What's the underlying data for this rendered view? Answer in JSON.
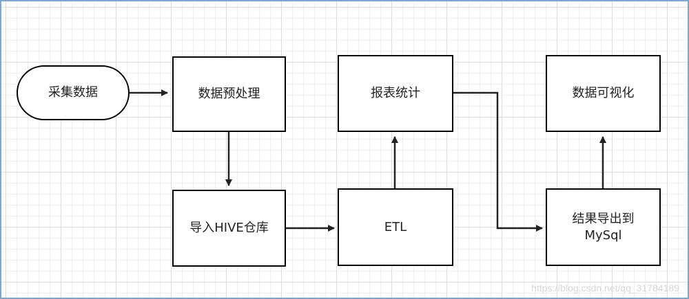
{
  "diagram": {
    "nodes": {
      "collect": {
        "label": "采集数据"
      },
      "preprocess": {
        "label": "数据预处理"
      },
      "import_hive": {
        "label": "导入HIVE仓库"
      },
      "etl": {
        "label": "ETL"
      },
      "report": {
        "label": "报表统计"
      },
      "export_mysql": {
        "label": "结果导出到MySql"
      },
      "visualize": {
        "label": "数据可视化"
      }
    },
    "edges": [
      {
        "from": "collect",
        "to": "preprocess"
      },
      {
        "from": "preprocess",
        "to": "import_hive"
      },
      {
        "from": "import_hive",
        "to": "etl"
      },
      {
        "from": "etl",
        "to": "report"
      },
      {
        "from": "report",
        "to": "export_mysql"
      },
      {
        "from": "export_mysql",
        "to": "visualize"
      }
    ]
  },
  "watermark": "https://blog.csdn.net/qq_31784189"
}
